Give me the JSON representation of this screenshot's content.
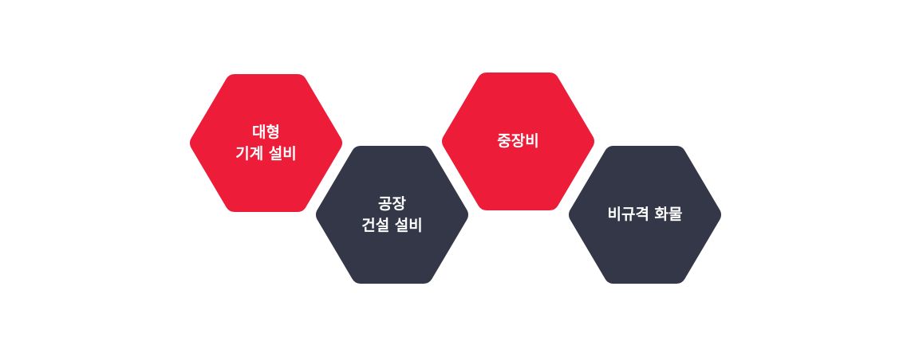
{
  "colors": {
    "red": "#ED1D3A",
    "dark": "#333747",
    "text": "#FFFFFF"
  },
  "hexagons": [
    {
      "label": "대형\n기계 설비",
      "color": "red"
    },
    {
      "label": "공장\n건설 설비",
      "color": "dark"
    },
    {
      "label": "중장비",
      "color": "red"
    },
    {
      "label": "비규격 화물",
      "color": "dark"
    }
  ]
}
